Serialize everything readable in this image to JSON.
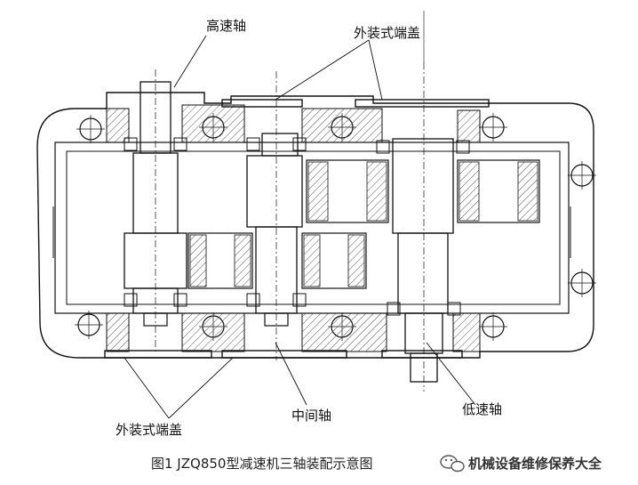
{
  "labels": {
    "high_speed_shaft": "高速轴",
    "outer_end_cover_top": "外装式端盖",
    "outer_end_cover_bottom": "外装式端盖",
    "intermediate_shaft": "中间轴",
    "low_speed_shaft": "低速轴"
  },
  "caption": "图1 JZQ850型减速机三轴装配示意图",
  "watermark": {
    "text": "机械设备维修保养大全",
    "icon": "wechat-icon"
  },
  "colors": {
    "line": "#111111",
    "hatch": "#555555",
    "background": "#ffffff"
  }
}
